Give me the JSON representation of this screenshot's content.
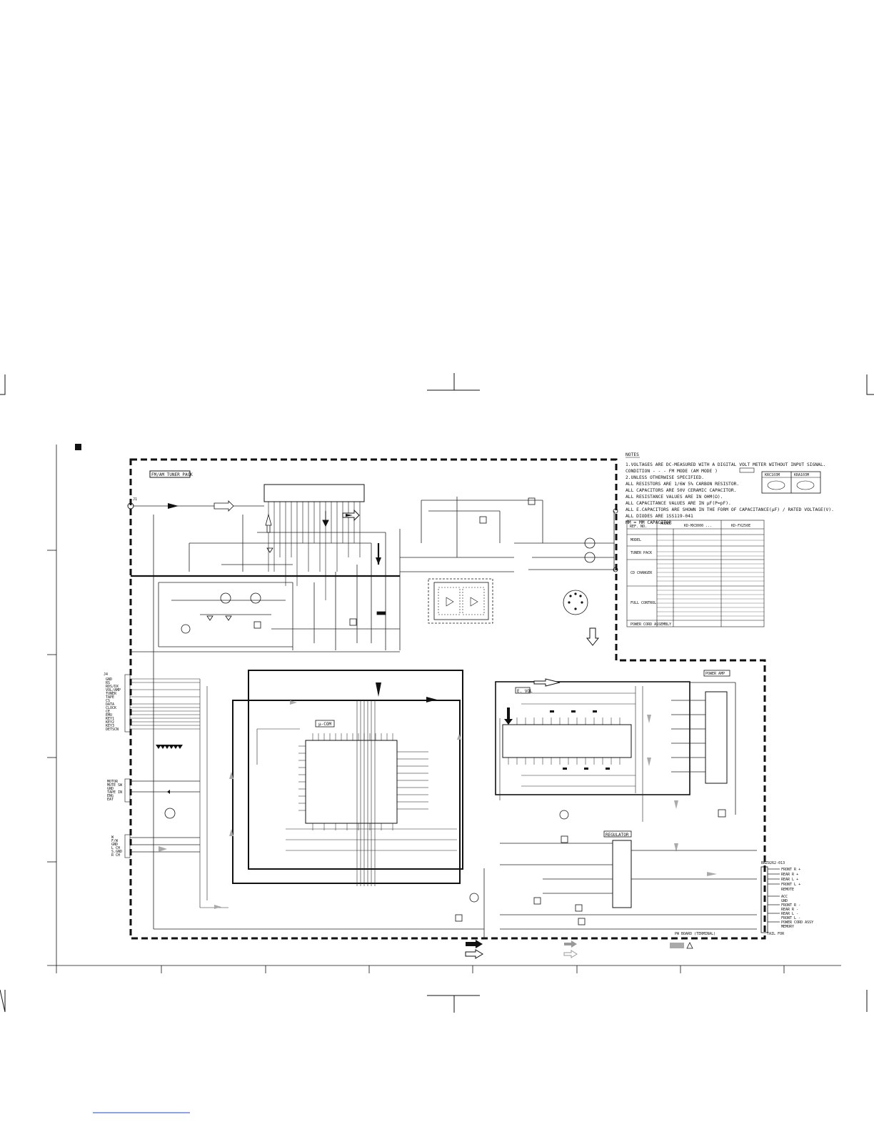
{
  "sections": {
    "tuner": "FM/AM TUNER PACK",
    "mcu": "μ-COM",
    "volume": "E. VOL",
    "regulator": "REGULATOR",
    "power": "POWER AMP"
  },
  "notes": {
    "heading": "NOTES",
    "lines": [
      "1.VOLTAGES ARE DC-MEASURED WITH A DIGITAL VOLT METER WITHOUT INPUT SIGNAL.",
      "  CONDITION - - - FM MODE  (AM MODE         )",
      "2.UNLESS OTHERWISE SPECIFIED.",
      "  ALL RESISTORS ARE 1/6W 5% CARBON RESISTOR.",
      "  ALL CAPACITORS ARE 50V CERAMIC CAPACITOR.",
      "  ALL RESISTANCE VALUES ARE IN OHM(Ω).",
      "  ALL CAPACITANCE VALUES ARE IN μF(P=pF).",
      "  ALL E.CAPACITORS ARE SHOWN IN THE FORM OF CAPACITANCE(μF) / RATED VOLTAGE(V).",
      "  ALL DIODES ARE  1SS119-041",
      "  MM = MM CAPACITOR"
    ],
    "legend": [
      "KRC103M",
      "KRA103M"
    ]
  },
  "parts_table": {
    "header_model": "MODEL",
    "header_ref": "REF. NO.",
    "col1": "KD-MX3000 ...",
    "col2": "KD-FX250E",
    "groups": [
      "MODEL",
      "TUNER PACK",
      "CD CHANGER",
      "FULL CONTROL",
      "POWER CORD ASSEMBLY"
    ]
  },
  "left_connector": {
    "name": "J4",
    "pins": [
      "GND",
      "RS",
      "RDS/DX",
      "VOL/AMP",
      "TUNER",
      "TAPE",
      "CS",
      "DATA",
      "CLOCK",
      "CE",
      "EMU",
      "KEY1",
      "KEY2",
      "KEY3",
      "DETSCN"
    ]
  },
  "left_connector2": {
    "pins": [
      "MOTOR",
      "MUTE SW",
      "GND",
      "TAPE IN",
      "ENG",
      "EAT"
    ]
  },
  "left_connector3": {
    "pins": [
      "W",
      "F/W",
      "GND",
      "L CH",
      "S.GND",
      "R CH"
    ]
  },
  "right_connector": {
    "name": "BNZ9262-013",
    "pins_top": [
      "FRONT R +",
      "REAR R +",
      "REAR L +",
      "FRONT L +",
      "REMOTE"
    ],
    "pins_bottom": [
      "ACC",
      "GND",
      "FRONT R -",
      "REAR R -",
      "REAR L -",
      "FRONT L -",
      "POWER CORD ASSY",
      "MEMORY"
    ]
  },
  "footer": {
    "bottom_note": "PW BOARD (TERMINAL)",
    "legend_tail": "TAIL   FOR"
  },
  "colors": {
    "ink": "#111111",
    "gray_signal": "#9a9a9a",
    "paper": "#ffffff"
  }
}
